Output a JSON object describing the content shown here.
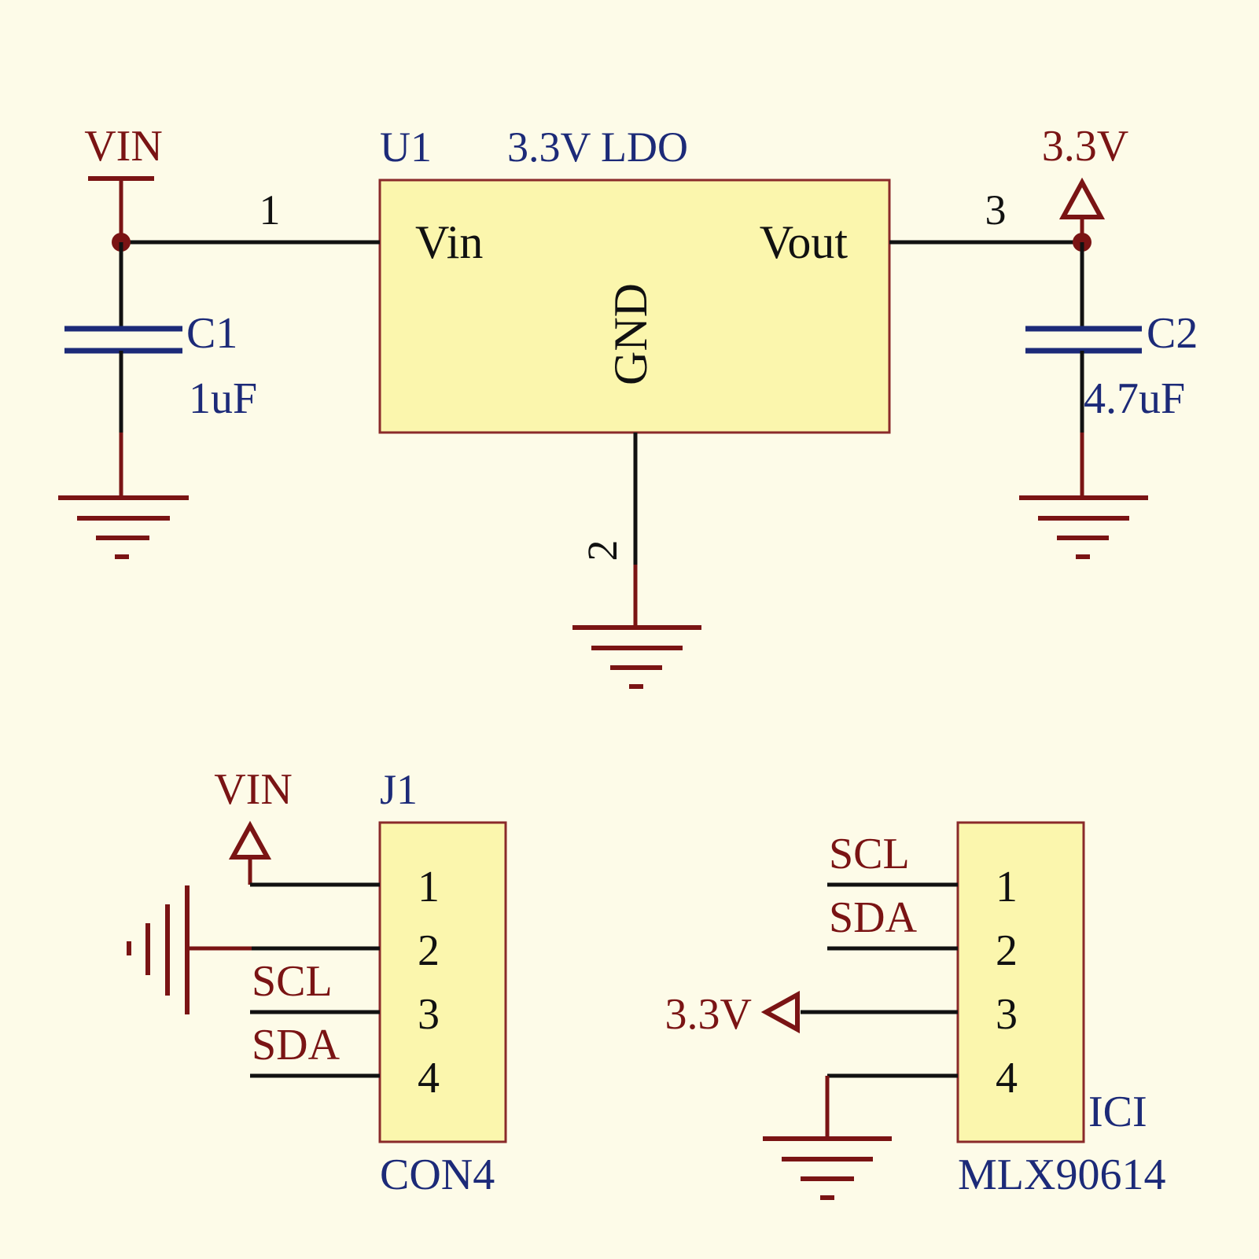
{
  "colors": {
    "background": "#fdfbe8",
    "component_fill": "#fbf6ad",
    "component_outline": "#8a2a2a",
    "power_wire": "#7a1414",
    "signal_wire": "#111111",
    "net_label_text": "#7a1414",
    "designator_text": "#1c2a78",
    "capacitor_plate": "#1c2a78",
    "pin_text": "#111111"
  },
  "regulator": {
    "designator": "U1",
    "value": "3.3V LDO",
    "pin_vin": "Vin",
    "pin_vout": "Vout",
    "pin_gnd": "GND",
    "pin1_number": "1",
    "pin2_number": "2",
    "pin3_number": "3"
  },
  "power_nets": {
    "vin_top": "VIN",
    "out_top": "3.3V",
    "vin_connector": "VIN",
    "out_sensor": "3.3V"
  },
  "capacitors": [
    {
      "designator": "C1",
      "value": "1uF"
    },
    {
      "designator": "C2",
      "value": "4.7uF"
    }
  ],
  "connector": {
    "designator": "J1",
    "part": "CON4",
    "pins": [
      "1",
      "2",
      "3",
      "4"
    ],
    "net_scl": "SCL",
    "net_sda": "SDA"
  },
  "sensor": {
    "designator": "ICI",
    "part": "MLX90614",
    "pins": [
      "1",
      "2",
      "3",
      "4"
    ],
    "net_scl": "SCL",
    "net_sda": "SDA"
  },
  "icons": [
    "ground-icon",
    "power-port-bar-icon",
    "power-port-arrow-icon",
    "junction-dot-icon",
    "capacitor-icon"
  ]
}
